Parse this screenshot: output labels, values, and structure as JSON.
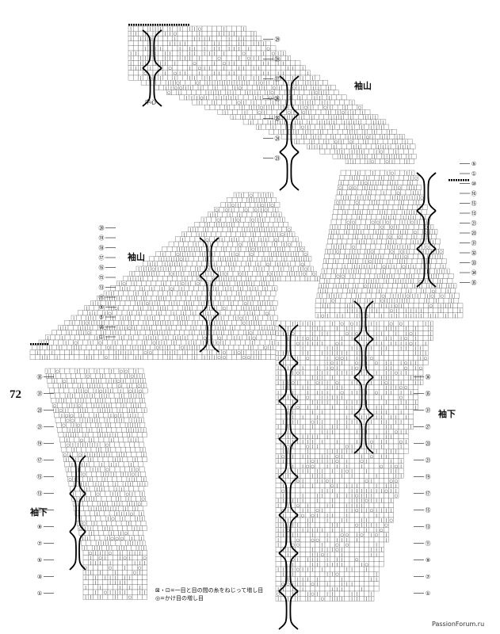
{
  "page_number": "72",
  "labels": {
    "sleeve_cap_top": "袖山",
    "sleeve_cap_left": "袖山",
    "sleeve_under_right": "袖下",
    "sleeve_under_left": "袖下",
    "center": "中心"
  },
  "legend": [
    "⊠・⊡=一目と目の間の糸をねじって増し目",
    "◎=かけ目の増し目"
  ],
  "watermark": "PassionForum.ru",
  "row_markers": {
    "top_piece": [
      "㉙",
      "㉘",
      "㉗",
      "㉖",
      "㉕",
      "㉔",
      "㉓"
    ],
    "top_right_piece": [
      "⑤",
      "①",
      "⑩",
      "⑯",
      "⑮",
      "⑬",
      "㉑",
      "㉓",
      "㉛",
      "㉜",
      "㉝",
      "㉞",
      "㉟"
    ],
    "left_cap": [
      "⑳",
      "⑲",
      "⑱",
      "⑰",
      "⑯",
      "⑮",
      "⑬",
      "⑪",
      "⑨",
      "⑤",
      "②",
      "①"
    ],
    "left_under": [
      "㉟",
      "㉛",
      "㉓",
      "㉑",
      "⑲",
      "⑰",
      "⑮",
      "⑬",
      "⑪",
      "⑨",
      "⑦",
      "⑤",
      "③",
      "①"
    ],
    "right_under": [
      "㊱",
      "㉟",
      "㉛",
      "㉗",
      "㉓",
      "㉑",
      "⑲",
      "⑰",
      "⑮",
      "⑬",
      "⑪",
      "⑨",
      "⑦",
      "①"
    ]
  }
}
